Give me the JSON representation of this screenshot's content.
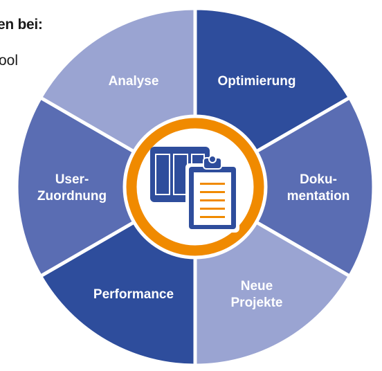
{
  "heading": "en bei:",
  "subtext": "ool",
  "colors": {
    "dark_blue": "#2e4d9c",
    "mid_blue": "#5a6db3",
    "light_blue": "#9aa4d2",
    "orange": "#f08a00",
    "separator": "#ffffff"
  },
  "segments": [
    {
      "id": "optimierung",
      "lines": [
        "Optimierung"
      ],
      "color": "#2e4d9c"
    },
    {
      "id": "dokumentation",
      "lines": [
        "Doku-",
        "mentation"
      ],
      "color": "#5a6db3"
    },
    {
      "id": "neue-projekte",
      "lines": [
        "Neue",
        "Projekte"
      ],
      "color": "#9aa4d2"
    },
    {
      "id": "performance",
      "lines": [
        "Performance"
      ],
      "color": "#2e4d9c"
    },
    {
      "id": "user-zuordnung",
      "lines": [
        "User-",
        "Zuordnung"
      ],
      "color": "#5a6db3"
    },
    {
      "id": "analyse",
      "lines": [
        "Analyse"
      ],
      "color": "#9aa4d2"
    }
  ],
  "center_icon": "clipboard-columns-icon"
}
